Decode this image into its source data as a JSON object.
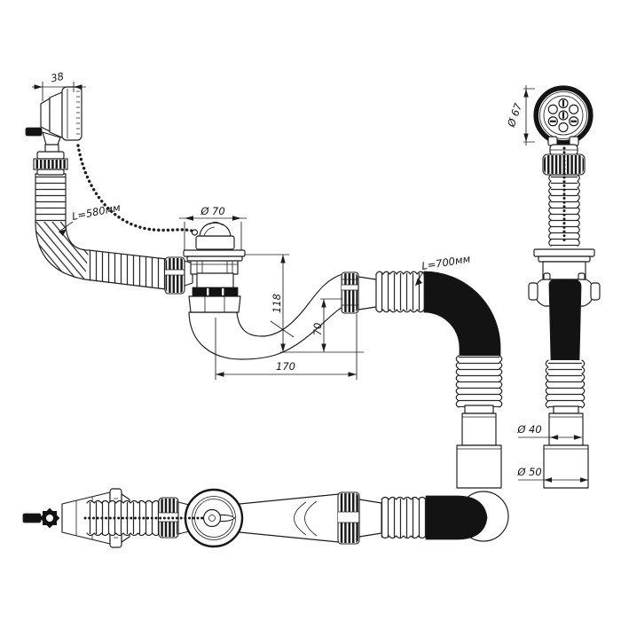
{
  "drawing": {
    "background": "#ffffff",
    "line_color": "#1c1c1c",
    "hose_dark_color": "#131313",
    "labels": {
      "dim_38": "38",
      "hose_580": "L=580мм",
      "dia_70": "Ø 70",
      "dim_118": "118",
      "dim_70": "70",
      "dim_170": "170",
      "hose_700": "L=700мм",
      "dia_67": "Ø 67",
      "dia_40": "Ø 40",
      "dia_50": "Ø 50"
    }
  }
}
